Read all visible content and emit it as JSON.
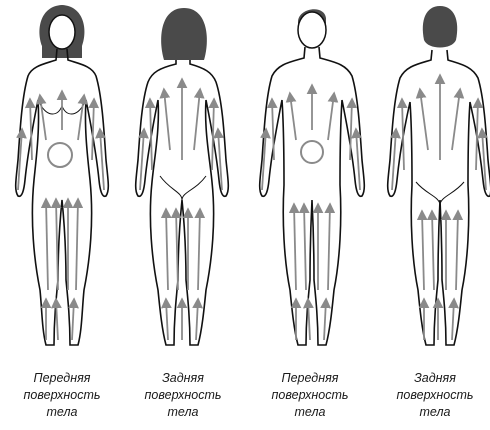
{
  "figures": [
    {
      "line1": "Передняя",
      "line2": "поверхность",
      "line3": "тела"
    },
    {
      "line1": "Задняя",
      "line2": "поверхность",
      "line3": "тела"
    },
    {
      "line1": "Передняя",
      "line2": "поверхность",
      "line3": "тела"
    },
    {
      "line1": "Задняя",
      "line2": "поверхность",
      "line3": "тела"
    }
  ],
  "colors": {
    "outline": "#111111",
    "hair": "#4a4a4a",
    "arrow": "#8a8a8a"
  }
}
